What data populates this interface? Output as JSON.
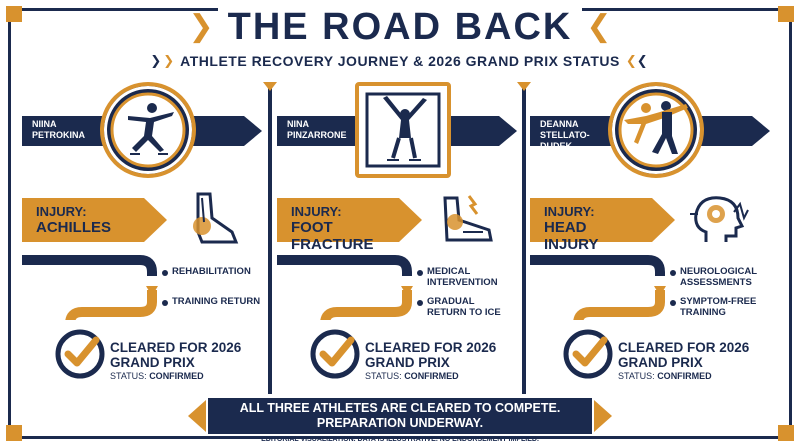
{
  "header": {
    "title": "THE ROAD BACK",
    "subtitle": "ATHLETE RECOVERY JOURNEY & 2026 GRAND PRIX STATUS"
  },
  "athletes": [
    {
      "name": "NIINA PETROKINA",
      "injury_label": "INJURY:",
      "injury_type": "ACHILLES",
      "injury_icon": "achilles-icon",
      "steps": [
        "REHABILITATION",
        "TRAINING RETURN"
      ],
      "cleared": "CLEARED FOR 2026 GRAND PRIX",
      "status_label": "STATUS:",
      "status_value": "CONFIRMED"
    },
    {
      "name": "NINA PINZARRONE",
      "injury_label": "INJURY:",
      "injury_type": "FOOT FRACTURE",
      "injury_icon": "foot-fracture-icon",
      "steps": [
        "MEDICAL INTERVENTION",
        "GRADUAL RETURN TO ICE"
      ],
      "cleared": "CLEARED FOR 2026 GRAND PRIX",
      "status_label": "STATUS:",
      "status_value": "CONFIRMED"
    },
    {
      "name": "DEANNA STELLATO-DUDEK",
      "injury_label": "INJURY:",
      "injury_type": "HEAD INJURY",
      "injury_icon": "head-injury-icon",
      "steps": [
        "NEUROLOGICAL ASSESSMENTS",
        "SYMPTOM-FREE TRAINING"
      ],
      "cleared": "CLEARED FOR 2026 GRAND PRIX",
      "status_label": "STATUS:",
      "status_value": "CONFIRMED"
    }
  ],
  "banner": {
    "text": "ALL THREE ATHLETES ARE CLEARED TO COMPETE. PREPARATION UNDERWAY."
  },
  "footer": {
    "disclaimer": "EDITORIAL VISUALIZATION. DATA IS ILLUSTRATIVE. NO ENDORSEMENT IMPLIED."
  },
  "colors": {
    "navy": "#1b2a4e",
    "gold": "#d8922e",
    "white": "#ffffff"
  }
}
